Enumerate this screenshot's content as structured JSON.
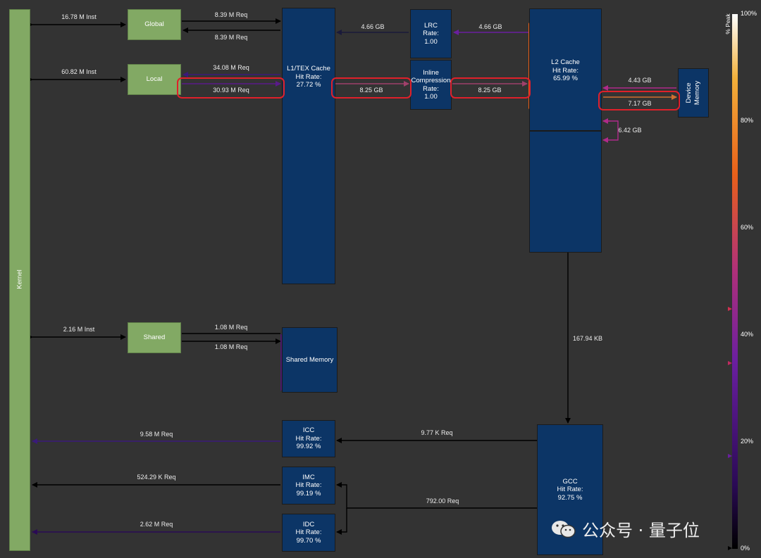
{
  "blocks": {
    "kernel": "Kernel",
    "global": "Global",
    "local": "Local",
    "shared": "Shared",
    "l1": [
      "L1/TEX Cache",
      "Hit Rate:",
      "27.72 %"
    ],
    "lrc": [
      "LRC",
      "Rate:",
      "1.00"
    ],
    "inline": [
      "Inline",
      "Compression",
      "Rate:",
      "1.00"
    ],
    "l2": [
      "L2 Cache",
      "Hit Rate:",
      "65.99 %"
    ],
    "device": [
      "Device",
      "Memory"
    ],
    "shared_memory": "Shared Memory",
    "icc": [
      "ICC",
      "Hit Rate:",
      "99.92 %"
    ],
    "imc": [
      "IMC",
      "Hit Rate:",
      "99.19 %"
    ],
    "idc": [
      "IDC",
      "Hit Rate:",
      "99.70 %"
    ],
    "gcc": [
      "GCC",
      "Hit Rate:",
      "92.75 %"
    ]
  },
  "links": {
    "kernel_global": "16.78 M Inst",
    "kernel_local": "60.82 M Inst",
    "kernel_shared": "2.16 M Inst",
    "global_to_l1": "8.39 M Req",
    "l1_to_global": "8.39 M Req",
    "l1_to_local": "34.08 M Req",
    "local_to_l1": "30.93 M Req",
    "lrc_to_l1": "4.66 GB",
    "l2_to_lrc": "4.66 GB",
    "l1_to_inline": "8.25 GB",
    "inline_to_l2": "8.25 GB",
    "device_to_l2": "4.43 GB",
    "l2_to_device": "7.17 GB",
    "l2_loop": "6.42 GB",
    "shared_to_mem_a": "1.08 M Req",
    "shared_to_mem_b": "1.08 M Req",
    "l2_to_gcc": "167.94 KB",
    "gcc_to_icc": "9.77 K Req",
    "icc_to_kernel": "9.58 M Req",
    "imc_to_kernel": "524.29 K Req",
    "gcc_to_imc_idc": "792.00 Req",
    "idc_to_kernel": "2.62 M Req"
  },
  "legend": {
    "title": "% Peak",
    "ticks": [
      "100%",
      "80%",
      "60%",
      "40%",
      "20%",
      "0%"
    ]
  },
  "watermark": "公众号 · 量子位",
  "colors": {
    "background": "#333333",
    "green_block": "#82a964",
    "blue_block": "#0c3566",
    "highlight": "#e0202a",
    "hot": "#e8601a",
    "purple": "#6a1fa0"
  }
}
